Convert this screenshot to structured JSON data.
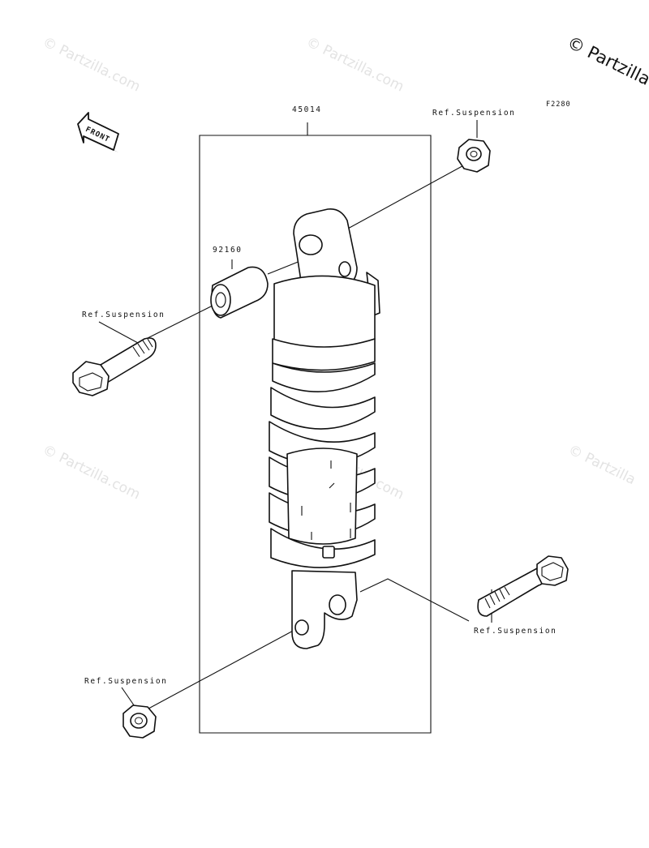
{
  "diagram": {
    "figure_code": "F2280",
    "front_label": "FRONT",
    "watermarks": [
      "© Partzilla.com",
      "© Partzilla.com",
      "© Partzilla",
      "© Partzilla.com",
      "© Partzilla.com",
      "© Partzilla"
    ],
    "labels": {
      "assembly": "45014",
      "collar": "92160",
      "ref_nut_top": "Ref.Suspension",
      "ref_bolt_left": "Ref.Suspension",
      "ref_bolt_right": "Ref.Suspension",
      "ref_nut_bottom": "Ref.Suspension"
    }
  }
}
